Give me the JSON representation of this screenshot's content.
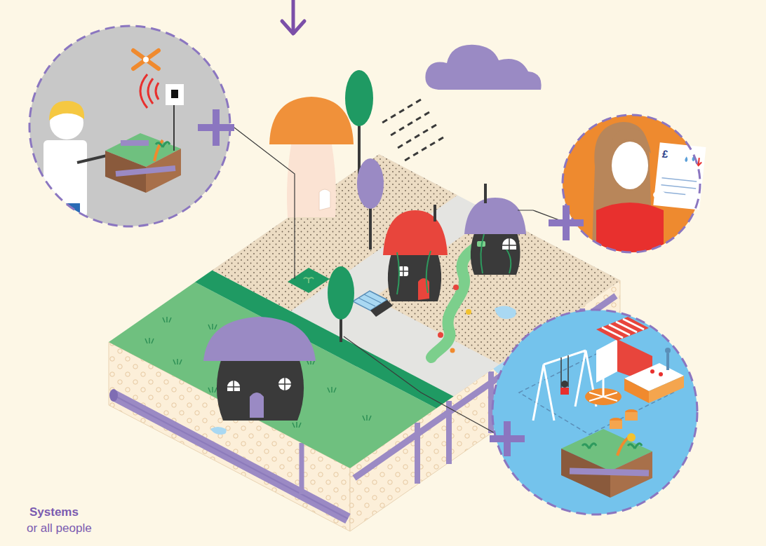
{
  "diagram": {
    "labels": [
      "Systems",
      "or all people",
      "£"
    ]
  }
}
